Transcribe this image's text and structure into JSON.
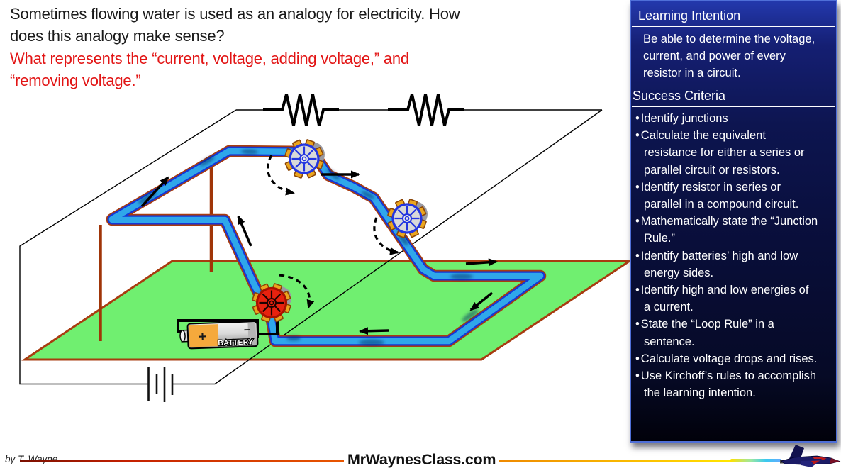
{
  "title": {
    "line1": "Sometimes flowing water is used as an analogy for electricity. How",
    "line2": "does this analogy make sense?",
    "question_line1": "What represents the “current, voltage, adding voltage,” and",
    "question_line2": "“removing voltage.”"
  },
  "diagram": {
    "battery_label": "BATTERY",
    "battery_plus": "+",
    "battery_minus": "−"
  },
  "sidebar": {
    "learning_intention_title": "Learning Intention",
    "learning_intention_body": "Be able to determine the voltage, current, and power of every resistor in a circuit.",
    "success_criteria_title": "Success Criteria",
    "bullet_char": "•",
    "success_criteria": [
      "Identify junctions",
      "Calculate the equivalent resistance for either a series or parallel circuit or resistors.",
      "Identify resistor in series or parallel in a compound circuit.",
      "Mathematically state the “Junction Rule.”",
      "Identify batteries’ high and low energy sides.",
      "Identify high and low energies of a current.",
      "State the “Loop Rule” in a sentence.",
      "Calculate voltage drops and rises.",
      "Use Kirchoff’s rules to accomplish the learning intention."
    ]
  },
  "footer": {
    "author": "by T. Wayne",
    "site": "MrWaynesClass.com"
  },
  "colors": {
    "accent_red": "#e21414",
    "water_blue": "#2fa7ea",
    "water_edge_blue": "#1536d6",
    "channel_brown": "#a83c10",
    "grass_green": "#70ef70",
    "wheel_gold": "#eaa51e",
    "wheel_blue": "#2335e0",
    "pump_red": "#e8220f",
    "battery_orange": "#f5a93c",
    "sidebar_top_blue": "#2338ac"
  }
}
